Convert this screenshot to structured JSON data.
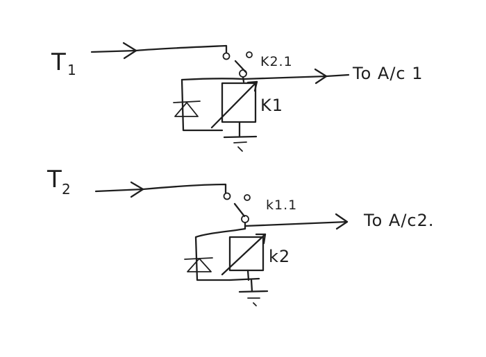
{
  "circuit_1": {
    "input": {
      "letter": "T",
      "index": "1"
    },
    "switch_label": "K2.1",
    "relay_label": "K1",
    "output_label": "To A/c 1"
  },
  "circuit_2": {
    "input": {
      "letter": "T",
      "index": "2"
    },
    "switch_label": "k1.1",
    "relay_label": "k2",
    "output_label": "To A/c2."
  },
  "colors": {
    "ink": "#1e1e1e",
    "paper": "#ffffff"
  },
  "symbols": [
    "input-arrow-icon",
    "switch-contact-icon",
    "relay-coil-icon",
    "diode-icon",
    "ground-icon",
    "output-arrow-icon"
  ]
}
